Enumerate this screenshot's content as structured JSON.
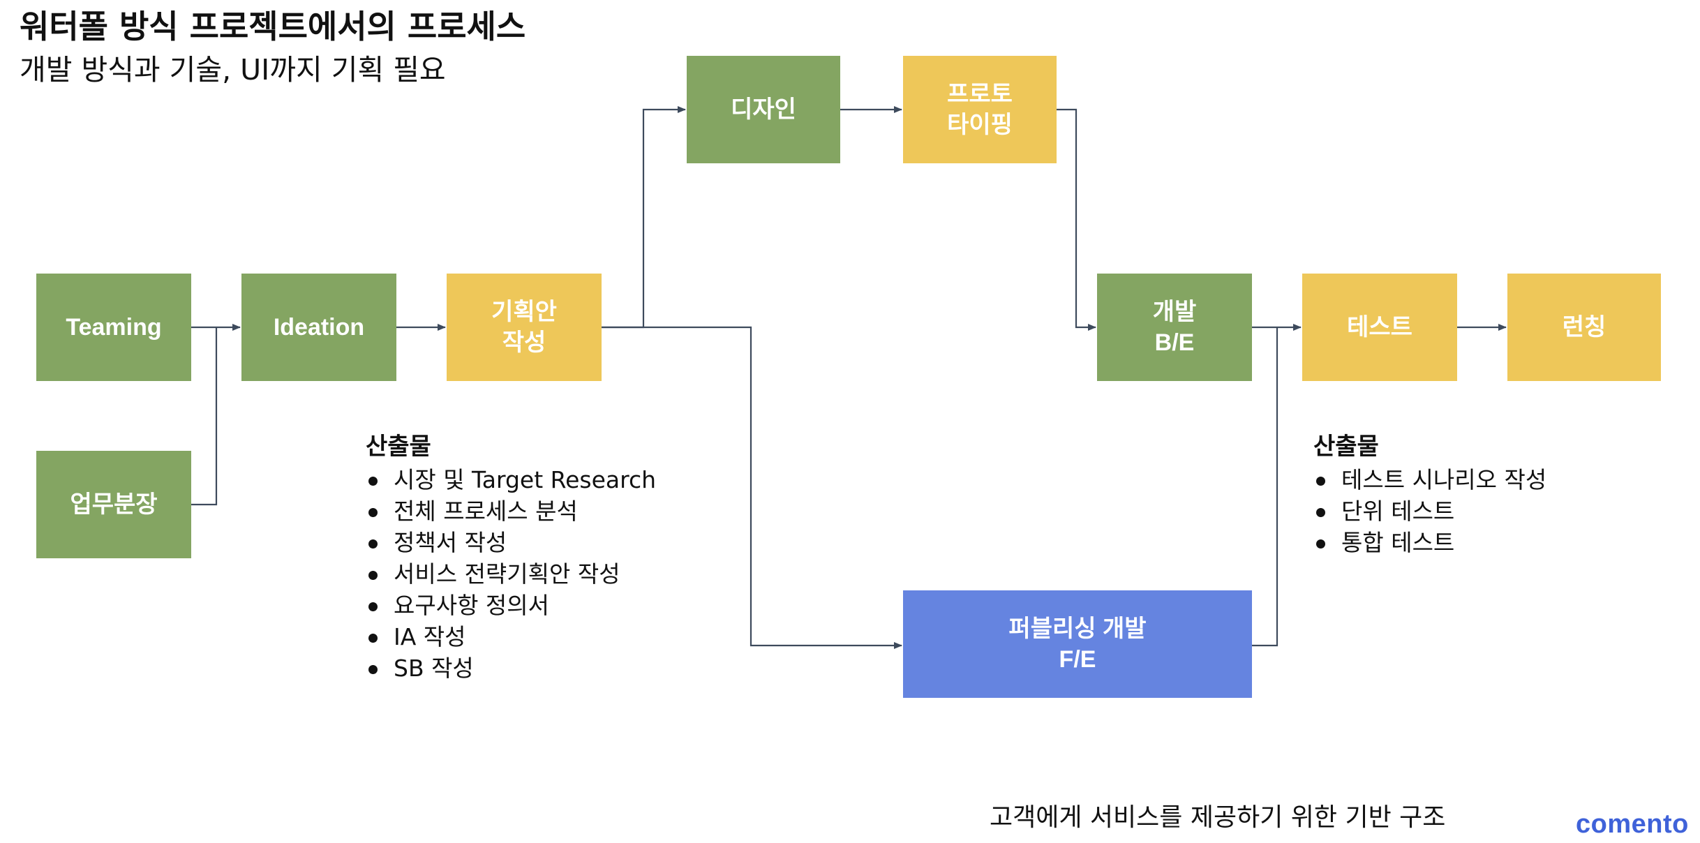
{
  "header": {
    "title": "워터폴 방식 프로젝트에서의 프로세스",
    "subtitle": "개발 방식과 기술, UI까지 기획 필요"
  },
  "nodes": {
    "teaming": {
      "lines": [
        "Teaming"
      ]
    },
    "role_split": {
      "lines": [
        "업무분장"
      ]
    },
    "ideation": {
      "lines": [
        "Ideation"
      ]
    },
    "plan": {
      "lines": [
        "기획안",
        "작성"
      ]
    },
    "design": {
      "lines": [
        "디자인"
      ]
    },
    "prototyping": {
      "lines": [
        "프로토",
        "타이핑"
      ]
    },
    "backend": {
      "lines": [
        "개발",
        "B/E"
      ]
    },
    "publishing": {
      "lines": [
        "퍼블리싱 개발",
        "F/E"
      ]
    },
    "test": {
      "lines": [
        "테스트"
      ]
    },
    "launch": {
      "lines": [
        "런칭"
      ]
    }
  },
  "planning_outputs": {
    "heading": "산출물",
    "items": [
      "시장 및 Target Research",
      "전체 프로세스 분석",
      "정책서 작성",
      "서비스 전략기획안 작성",
      "요구사항 정의서",
      "IA 작성",
      "SB 작성"
    ]
  },
  "test_outputs": {
    "heading": "산출물",
    "items": [
      "테스트 시나리오 작성",
      "단위 테스트",
      "통합 테스트"
    ]
  },
  "footer": {
    "caption": "고객에게 서비스를 제공하기 위한 기반 구조"
  },
  "brand": {
    "logo_text": "comento"
  },
  "colors": {
    "green": "#84a562",
    "yellow": "#eec759",
    "blue": "#6584e0",
    "connector": "#3d4a5c",
    "brand": "#3f62d9"
  }
}
